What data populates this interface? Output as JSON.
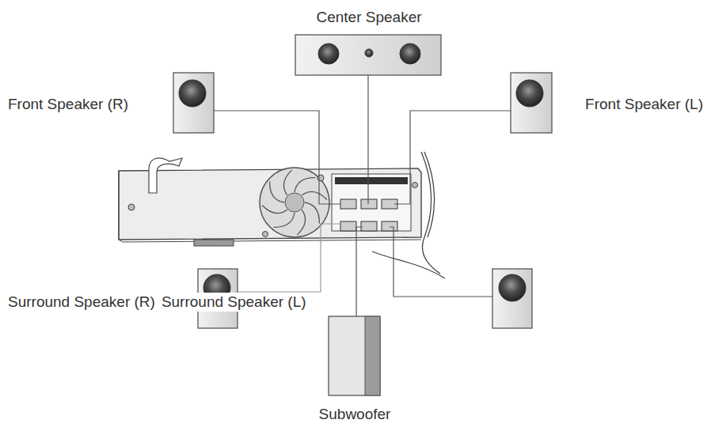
{
  "diagram": {
    "labels": [
      "Center Speaker",
      "Front Speaker (R)",
      "Front Speaker (L)",
      "Surround Speaker (R)",
      "Surround Speaker (L)",
      "Subwoofer"
    ]
  }
}
